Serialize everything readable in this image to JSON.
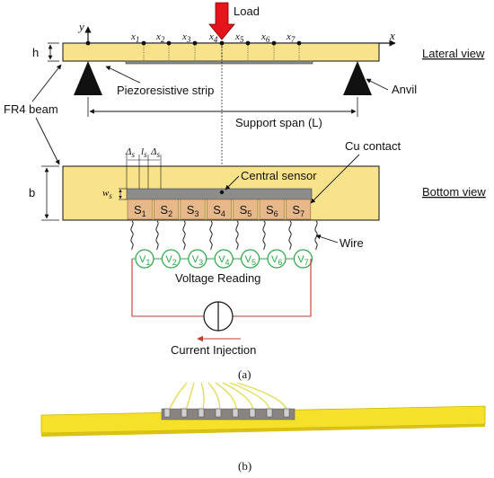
{
  "colors": {
    "beam_fill": "#f8e38a",
    "strip_fill": "#8c8c8c",
    "sensor_fill": "#e7b98a",
    "load_arrow": "#e3151a",
    "circuit": "#c0392b",
    "meter_green": "#27a844",
    "photo_beam": "#f6e12a"
  },
  "lateral": {
    "view_label": "Lateral view",
    "load_label": "Load",
    "axis_y": "y",
    "axis_x": "x",
    "height_label": "h",
    "positions": [
      {
        "x": "x",
        "sub": "1"
      },
      {
        "x": "x",
        "sub": "2"
      },
      {
        "x": "x",
        "sub": "3"
      },
      {
        "x": "x",
        "sub": "4"
      },
      {
        "x": "x",
        "sub": "5"
      },
      {
        "x": "x",
        "sub": "6"
      },
      {
        "x": "x",
        "sub": "7"
      }
    ],
    "strip_label": "Piezoresistive strip",
    "anvil_label": "Anvil",
    "beam_label": "FR4 beam",
    "span_label": "Support span (L)"
  },
  "bottom": {
    "view_label": "Bottom view",
    "width_label": "b",
    "spacing_label": "Δ",
    "spacing_sub": "s",
    "length_label": "l",
    "length_sub": "s",
    "strip_width_label": "w",
    "strip_width_sub": "s",
    "central_sensor_label": "Central sensor",
    "cu_contact_label": "Cu contact",
    "wire_label": "Wire",
    "sensors": [
      {
        "name": "S",
        "sub": "1"
      },
      {
        "name": "S",
        "sub": "2"
      },
      {
        "name": "S",
        "sub": "3"
      },
      {
        "name": "S",
        "sub": "4"
      },
      {
        "name": "S",
        "sub": "5"
      },
      {
        "name": "S",
        "sub": "6"
      },
      {
        "name": "S",
        "sub": "7"
      }
    ],
    "meters": [
      {
        "name": "V",
        "sub": "1"
      },
      {
        "name": "V",
        "sub": "2"
      },
      {
        "name": "V",
        "sub": "3"
      },
      {
        "name": "V",
        "sub": "4"
      },
      {
        "name": "V",
        "sub": "5"
      },
      {
        "name": "V",
        "sub": "6"
      },
      {
        "name": "V",
        "sub": "7"
      }
    ],
    "voltage_label": "Voltage Reading",
    "current_label": "Current Injection"
  },
  "caption_a": "(a)",
  "caption_b": "(b)"
}
